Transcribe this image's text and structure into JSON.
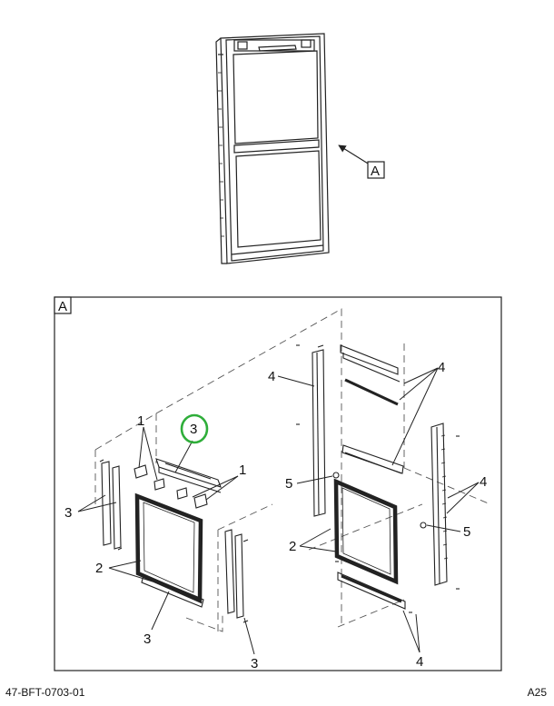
{
  "callouts": {
    "view_a": "A",
    "view_a_box": "A",
    "c1_left": "1",
    "c1_right": "1",
    "c2_left": "2",
    "c2_right": "2",
    "c3_left": "3",
    "c3_top": "3",
    "c3_bottom_mid": "3",
    "c3_bottom_right": "3",
    "c4_left": "4",
    "c4_top_right": "4",
    "c4_mid_right": "4",
    "c4_bottom": "4",
    "c5_left": "5",
    "c5_right": "5"
  },
  "footer": {
    "drawing_number": "47-BFT-0703-01",
    "page": "A25"
  },
  "colors": {
    "line": "#222222",
    "highlight": "#2fae3a"
  }
}
